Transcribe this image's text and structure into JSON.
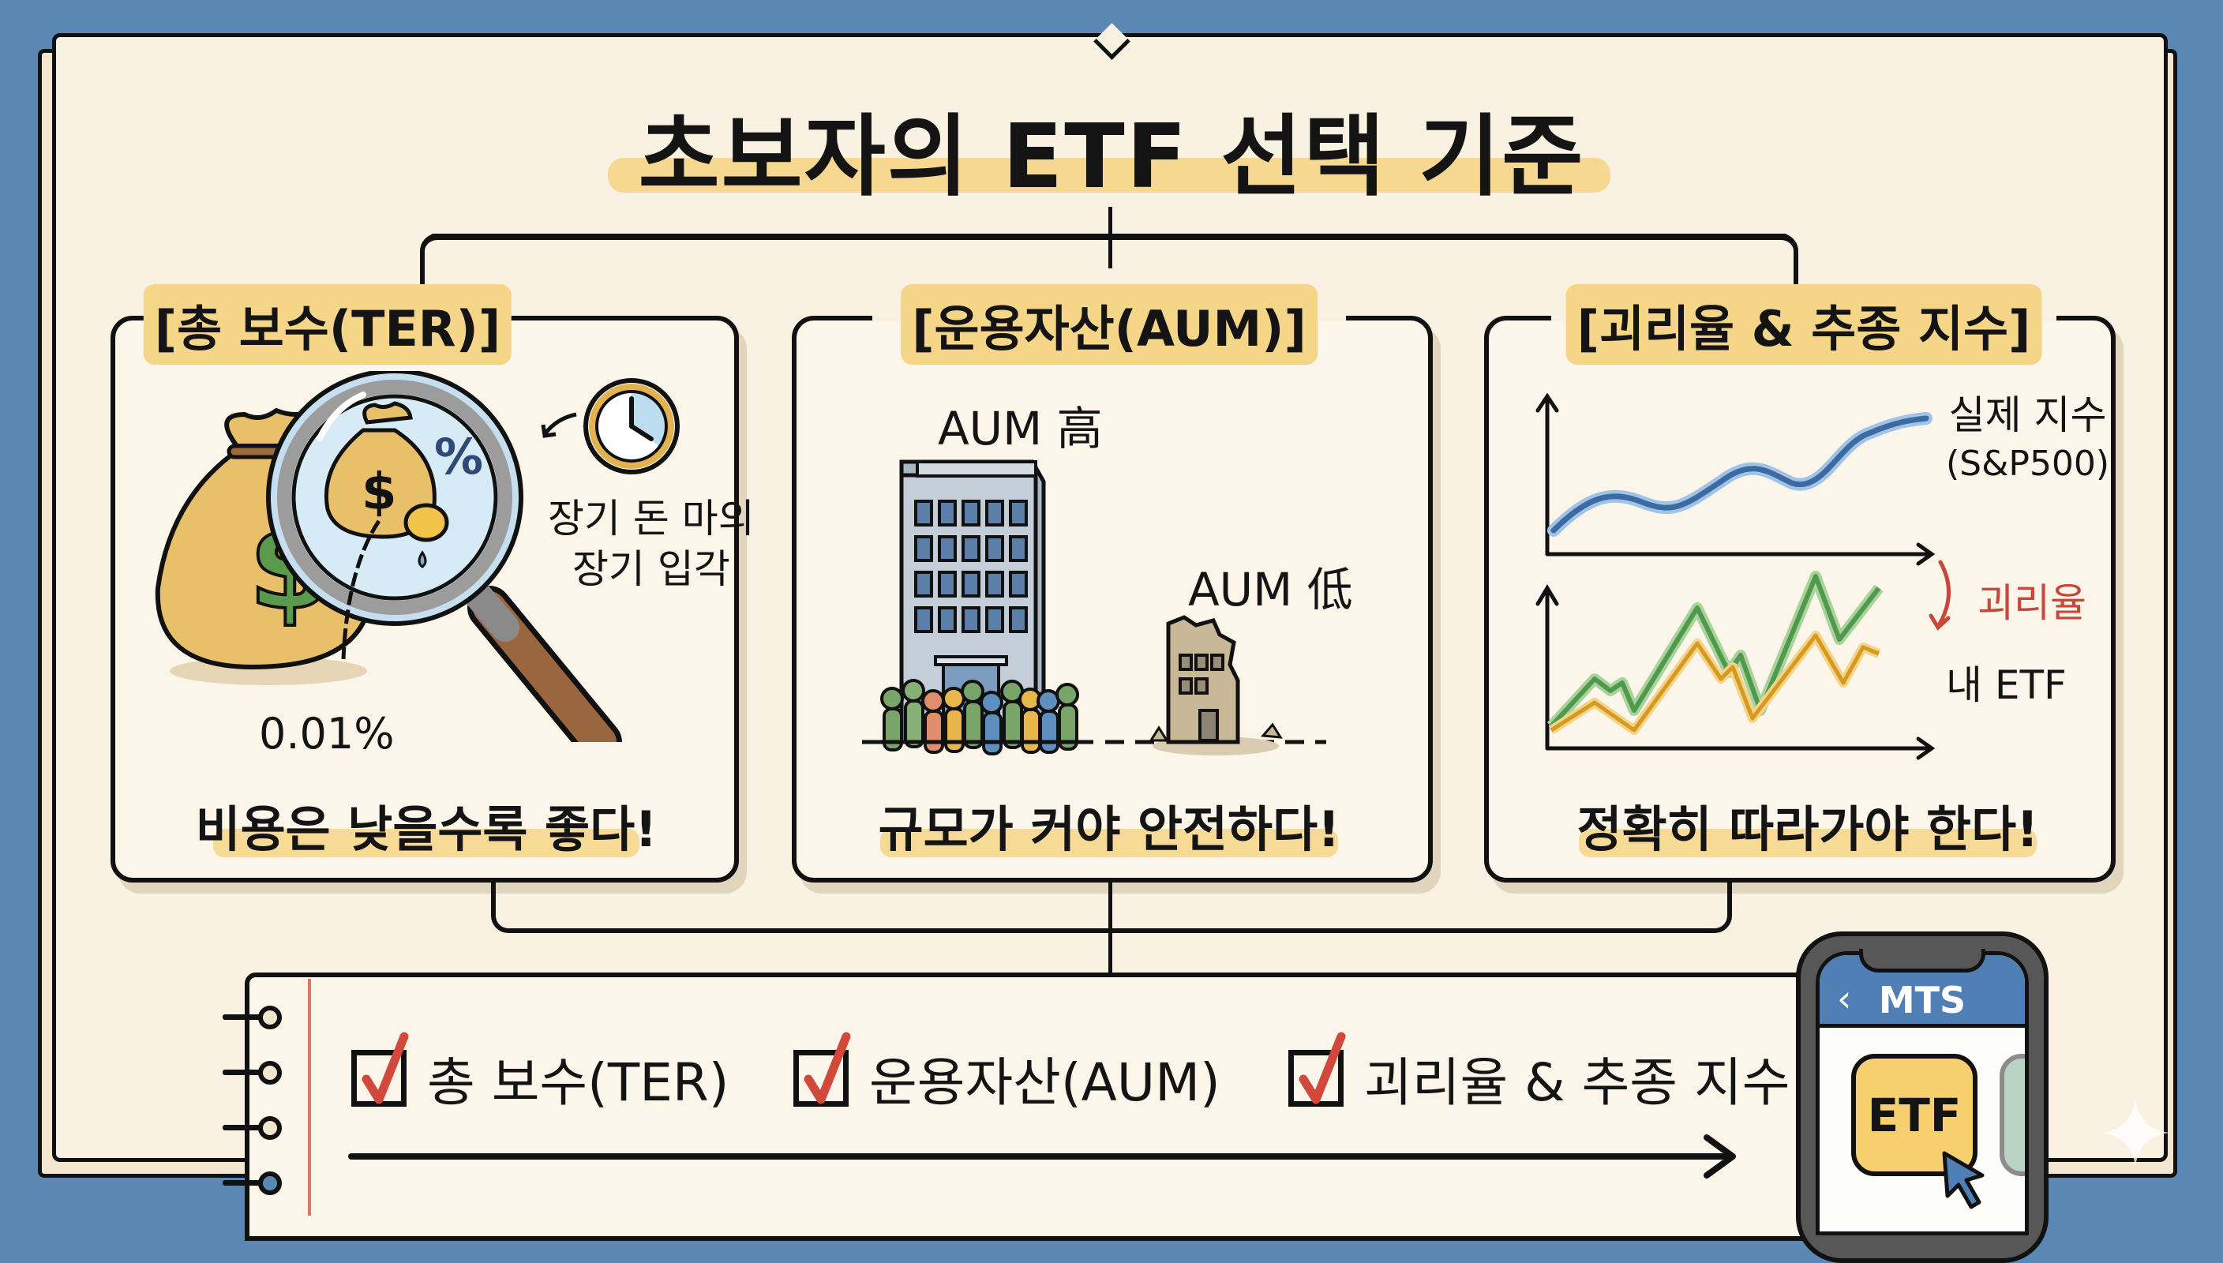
{
  "title": "초보자의 ETF 선택 기준",
  "colors": {
    "background": "#5a87b3",
    "paper": "#f9f1e2",
    "highlight": "#f5d587",
    "accent_red": "#c9463b",
    "index_line": "#3d6aa1",
    "etf_green": "#4f9a4f",
    "etf_orange": "#d59a1e"
  },
  "panels": [
    {
      "label": "[총 보수(TER)]",
      "illustration": {
        "icons": [
          "money-bag-icon",
          "magnifying-glass-icon",
          "clock-icon",
          "coin-icon",
          "percent-icon"
        ],
        "clock_note": [
          "장기 돈 마의",
          "장기 입각"
        ],
        "fee_value": "0.01%",
        "percent_symbol": "%"
      },
      "caption": "비용은 낮을수록 좋다!"
    },
    {
      "label": "[운용자산(AUM)]",
      "illustration": {
        "icons": [
          "office-building-icon",
          "crowd-icon",
          "crumbling-building-icon"
        ],
        "high_label": "AUM 高",
        "low_label": "AUM 低"
      },
      "caption": "규모가 커야 안전하다!"
    },
    {
      "label": "[괴리율 & 추종 지수]",
      "illustration": {
        "index_label_line1": "실제 지수",
        "index_label_line2": "(S&P500)",
        "gap_label": "괴리율",
        "etf_label": "내 ETF"
      },
      "caption": "정확히 따라가야 한다!"
    }
  ],
  "chart_data": [
    {
      "type": "line",
      "title": "실제 지수 (S&P500)",
      "xlabel": "",
      "ylabel": "",
      "x": [
        0,
        1,
        2,
        3,
        4,
        5,
        6,
        7,
        8
      ],
      "series": [
        {
          "name": "실제 지수 (S&P500)",
          "values": [
            10,
            24,
            20,
            38,
            50,
            42,
            60,
            80,
            88
          ]
        }
      ],
      "grid": false
    },
    {
      "type": "line",
      "title": "괴리율",
      "xlabel": "",
      "ylabel": "",
      "x": [
        0,
        1,
        2,
        3,
        4,
        5,
        6,
        7,
        8,
        9,
        10
      ],
      "series": [
        {
          "name": "실제 지수",
          "values": [
            5,
            45,
            30,
            15,
            70,
            35,
            25,
            85,
            45,
            90,
            60
          ]
        },
        {
          "name": "내 ETF",
          "values": [
            2,
            25,
            15,
            5,
            50,
            20,
            10,
            55,
            25,
            50,
            40
          ]
        }
      ],
      "annotations": [
        "괴리율"
      ],
      "grid": false
    }
  ],
  "checklist": {
    "items": [
      {
        "label": "총 보수(TER)",
        "checked": true
      },
      {
        "label": "운용자산(AUM)",
        "checked": true
      },
      {
        "label": "괴리율 & 추종 지수",
        "checked": true
      }
    ]
  },
  "phone": {
    "header": "MTS",
    "back": "‹",
    "button": "ETF"
  }
}
